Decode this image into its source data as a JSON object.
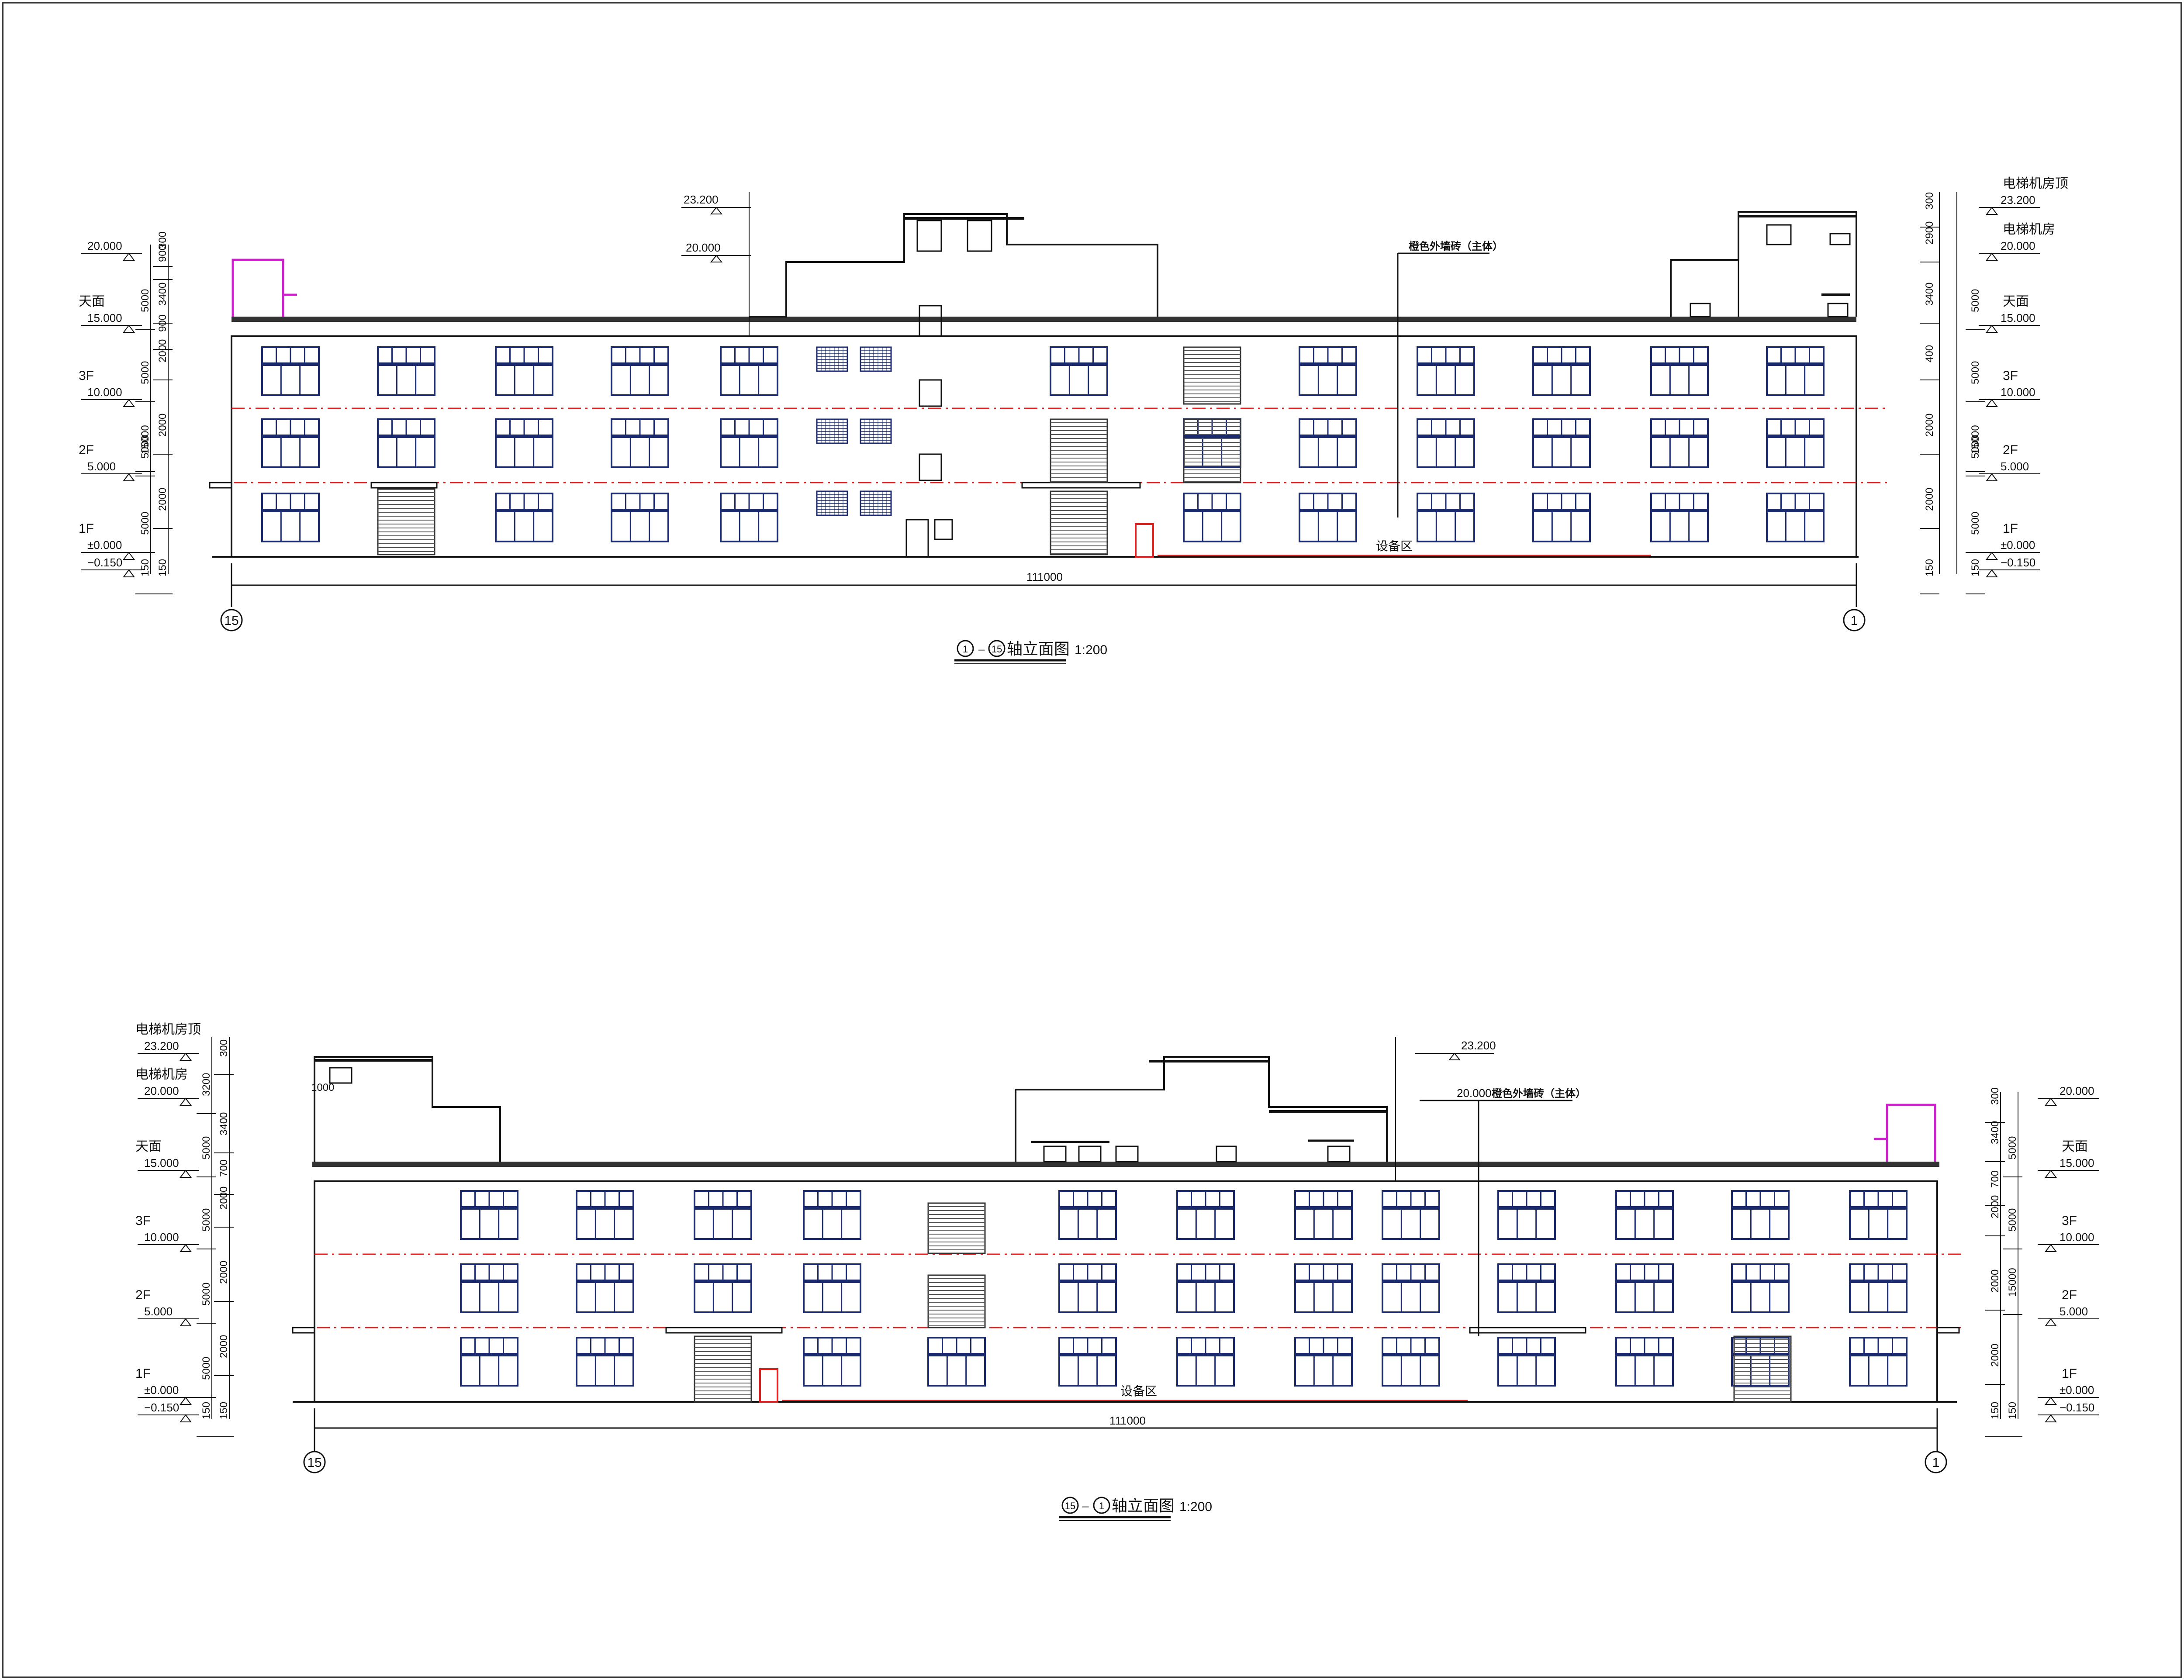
{
  "elevations": [
    {
      "title_left_axis": "1",
      "title_right_axis": "15",
      "title_text": "轴立面图",
      "scale": "1:200",
      "overall_dimension": "111000",
      "axis_left": "15",
      "axis_right": "1",
      "ground_note": "设备区",
      "wall_note": "橙色外墙砖（主体）",
      "left_levels": [
        {
          "name": "",
          "value": "20.000"
        },
        {
          "name": "天面",
          "value": "15.000"
        },
        {
          "name": "3F",
          "value": "10.000"
        },
        {
          "name": "2F",
          "value": "5.000"
        },
        {
          "name": "1F",
          "value": "±0.000"
        },
        {
          "name": "",
          "value": "−0.150"
        }
      ],
      "right_levels": [
        {
          "name": "电梯机房顶",
          "value": "23.200"
        },
        {
          "name": "电梯机房",
          "value": "20.000"
        },
        {
          "name": "天面",
          "value": "15.000"
        },
        {
          "name": "3F",
          "value": "10.000"
        },
        {
          "name": "2F",
          "value": "5.000"
        },
        {
          "name": "1F",
          "value": "±0.000"
        },
        {
          "name": "",
          "value": "−0.150"
        }
      ],
      "center_levels": [
        {
          "name": "",
          "value": "23.200"
        },
        {
          "name": "",
          "value": "20.000"
        }
      ]
    },
    {
      "title_left_axis": "15",
      "title_right_axis": "1",
      "title_text": "轴立面图",
      "scale": "1:200",
      "overall_dimension": "111000",
      "axis_left": "15",
      "axis_right": "1",
      "ground_note": "设备区",
      "wall_note": "橙色外墙砖（主体）",
      "left_levels": [
        {
          "name": "电梯机房顶",
          "value": "23.200"
        },
        {
          "name": "电梯机房",
          "value": "20.000"
        },
        {
          "name": "天面",
          "value": "15.000"
        },
        {
          "name": "3F",
          "value": "10.000"
        },
        {
          "name": "2F",
          "value": "5.000"
        },
        {
          "name": "1F",
          "value": "±0.000"
        },
        {
          "name": "",
          "value": "−0.150"
        }
      ],
      "right_levels": [
        {
          "name": "",
          "value": "20.000"
        },
        {
          "name": "天面",
          "value": "15.000"
        },
        {
          "name": "3F",
          "value": "10.000"
        },
        {
          "name": "2F",
          "value": "5.000"
        },
        {
          "name": "1F",
          "value": "±0.000"
        },
        {
          "name": "",
          "value": "−0.150"
        }
      ],
      "center_levels": [
        {
          "name": "",
          "value": "23.200"
        },
        {
          "name": "",
          "value": "20.000"
        }
      ],
      "parapet_dimension": "1000"
    }
  ],
  "dimension_labels": [
    "5000",
    "15000",
    "300",
    "700",
    "900",
    "2000",
    "1000",
    "3400",
    "3200",
    "150",
    "2900",
    "400"
  ],
  "colors": {
    "line": "#111111",
    "window": "#1a2a6c",
    "red": "#e02020",
    "magenta": "#d020d0",
    "frame": "#333333"
  }
}
